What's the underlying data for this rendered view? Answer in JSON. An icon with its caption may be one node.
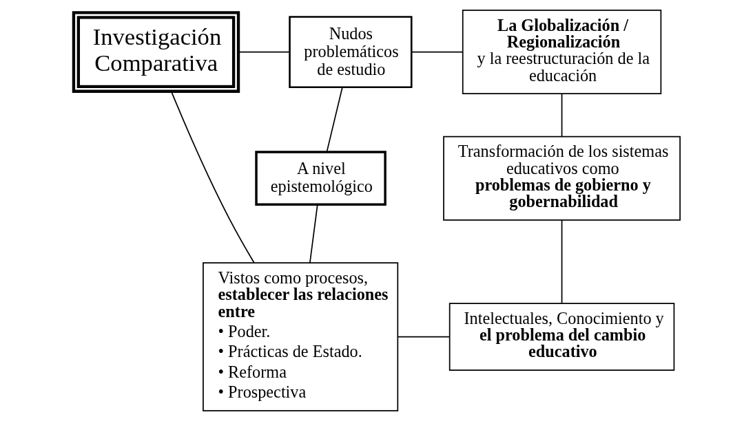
{
  "diagram": {
    "nodes": [
      {
        "text": [
          "Investigación Comparativa"
        ]
      },
      {
        "text": [
          "Nudos problemáticos de estudio"
        ]
      },
      {
        "text": [
          "**La Globalización / Regionalización** y la reestructuración de la educación"
        ]
      },
      {
        "text": [
          "A nivel epistemológico"
        ]
      },
      {
        "text": [
          "Transformación de los sistemas educativos como **problemas de gobierno y gobernabilidad**"
        ]
      },
      {
        "text": [
          "Vistos como procesos, **establecer las relaciones entre**",
          "• Poder.",
          "• Prácticas de Estado.",
          "• Reforma",
          "• Prospectiva"
        ]
      },
      {
        "text": [
          "Intelectuales, Conocimiento y **el problema del cambio educativo**"
        ]
      }
    ],
    "edges": [
      {
        "from": 0,
        "to": 1,
        "arrow": "none"
      },
      {
        "from": 1,
        "to": 2,
        "arrow": "none"
      },
      {
        "from": 1,
        "to": 3,
        "arrow": "none"
      },
      {
        "from": 2,
        "to": 4,
        "arrow": "none"
      },
      {
        "from": 3,
        "to": 5,
        "arrow": "none"
      },
      {
        "from": 4,
        "to": 6,
        "arrow": "none"
      },
      {
        "from": 0,
        "to": 5,
        "arrow": "none"
      },
      {
        "from": 5,
        "to": 6,
        "arrow": "none"
      }
    ]
  }
}
